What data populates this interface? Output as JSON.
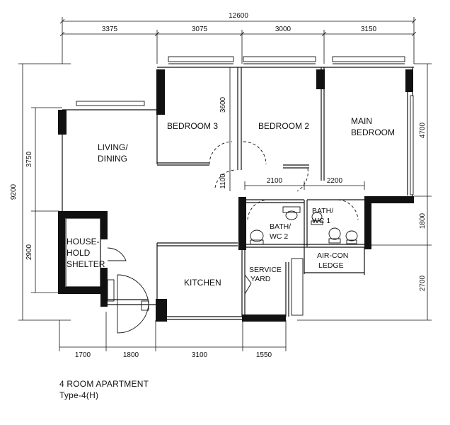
{
  "dimensions": {
    "top_total": "12600",
    "top": [
      "3375",
      "3075",
      "3000",
      "3150"
    ],
    "bottom": [
      "1700",
      "1800",
      "3100",
      "1550"
    ],
    "left_total": "9200",
    "left": [
      "3750",
      "2900"
    ],
    "right": [
      "4700",
      "1800",
      "2700"
    ],
    "inner": {
      "bedroom3_depth": "3600",
      "corridor": "1100",
      "bath2": "2100",
      "bath1": "2200"
    }
  },
  "rooms": {
    "bedroom3": "BEDROOM 3",
    "bedroom2": "BEDROOM 2",
    "main_bedroom": [
      "MAIN",
      "BEDROOM"
    ],
    "living": [
      "LIVING/",
      "DINING"
    ],
    "household_shelter": [
      "HOUSE-",
      "HOLD",
      "SHELTER"
    ],
    "kitchen": "KITCHEN",
    "service_yard": [
      "SERVICE",
      "YARD"
    ],
    "bath_wc1": [
      "BATH/",
      "WC 1"
    ],
    "bath_wc2": [
      "BATH/",
      "WC 2"
    ],
    "aircon_ledge": [
      "AIR-CON",
      "LEDGE"
    ]
  },
  "caption": {
    "line1": "4 ROOM APARTMENT",
    "line2": "Type-4(H)"
  }
}
